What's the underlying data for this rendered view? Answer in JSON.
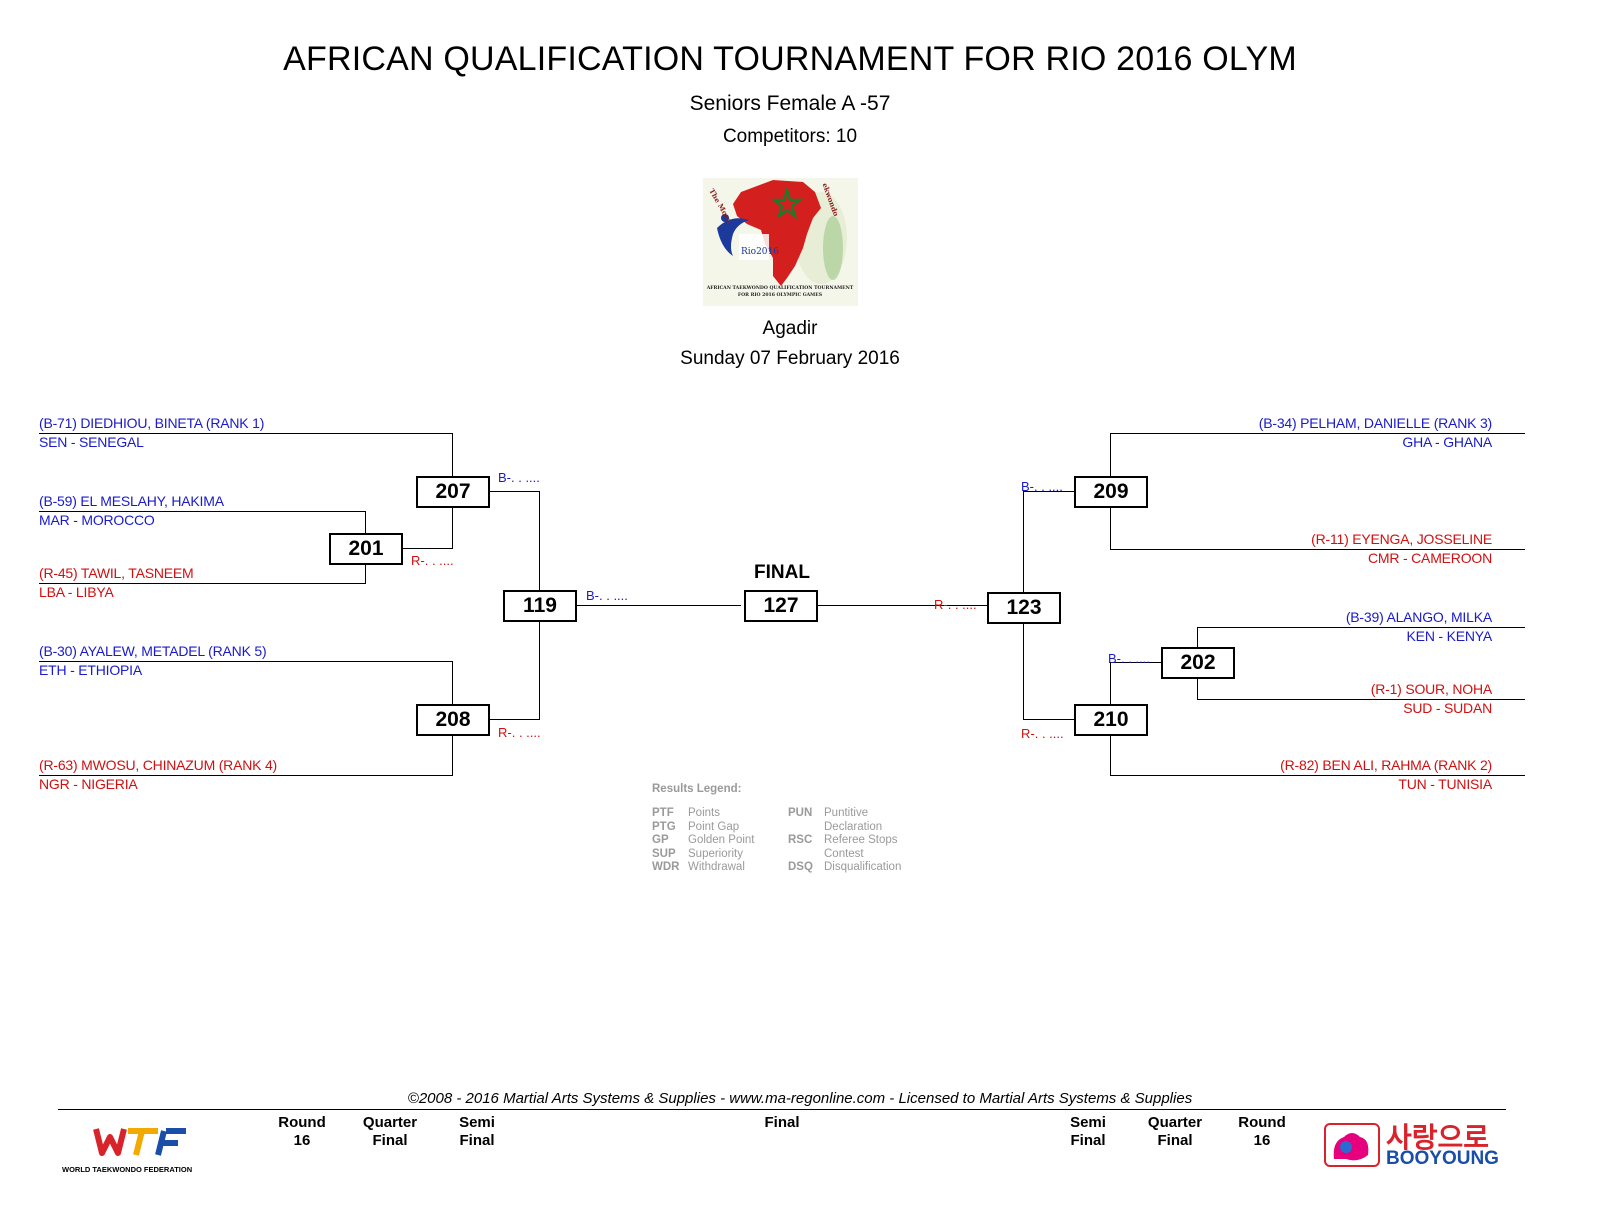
{
  "header": {
    "title": "AFRICAN QUALIFICATION TOURNAMENT FOR RIO 2016 OLYM",
    "subtitle": "Seniors Female A -57",
    "competitors": "Competitors: 10",
    "venue": "Agadir",
    "date": "Sunday 07 February 2016"
  },
  "event_logo": {
    "text_top_left": "The Moro",
    "text_top_right": "ekwondo",
    "rio_text": "Rio2016",
    "caption_line1": "AFRICAN TAEKWONDO QUALIFICATION TOURNAMENT",
    "caption_line2": "FOR RIO 2016 OLYMPIC GAMES"
  },
  "competitors": {
    "left": [
      {
        "name": "(B-71) DIEDHIOU, BINETA (RANK 1)",
        "nation": "SEN - SENEGAL",
        "corner": "blue"
      },
      {
        "name": "(B-59) EL MESLAHY, HAKIMA",
        "nation": "MAR - MOROCCO",
        "corner": "blue"
      },
      {
        "name": "(R-45) TAWIL, TASNEEM",
        "nation": "LBA - LIBYA",
        "corner": "red"
      },
      {
        "name": "(B-30) AYALEW, METADEL (RANK 5)",
        "nation": "ETH - ETHIOPIA",
        "corner": "blue"
      },
      {
        "name": "(R-63) MWOSU, CHINAZUM (RANK 4)",
        "nation": "NGR - NIGERIA",
        "corner": "red"
      }
    ],
    "right": [
      {
        "name": "(B-34) PELHAM, DANIELLE (RANK 3)",
        "nation": "GHA - GHANA",
        "corner": "blue"
      },
      {
        "name": "(R-11) EYENGA, JOSSELINE",
        "nation": "CMR - CAMEROON",
        "corner": "red"
      },
      {
        "name": "(B-39) ALANGO, MILKA",
        "nation": "KEN - KENYA",
        "corner": "blue"
      },
      {
        "name": "(R-1) SOUR, NOHA",
        "nation": "SUD -   SUDAN",
        "corner": "red"
      },
      {
        "name": "(R-82) BEN ALI, RAHMA (RANK 2)",
        "nation": "TUN - TUNISIA",
        "corner": "red"
      }
    ]
  },
  "matches": {
    "m201": "201",
    "m207": "207",
    "m208": "208",
    "m119": "119",
    "m127": "127",
    "m123": "123",
    "m209": "209",
    "m202": "202",
    "m210": "210"
  },
  "results": {
    "blue_pending": "B-. . ....",
    "red_pending": "R-. . ...."
  },
  "final_label": "FINAL",
  "legend": {
    "title": "Results Legend:",
    "rows": [
      {
        "a1": "PTF",
        "d1": "Points",
        "a2": "PUN",
        "d2": "Puntitive"
      },
      {
        "a1": "PTG",
        "d1": "Point Gap",
        "a2": "",
        "d2": "Declaration"
      },
      {
        "a1": "GP",
        "d1": "Golden Point",
        "a2": "RSC",
        "d2": "Referee Stops"
      },
      {
        "a1": "SUP",
        "d1": "Superiority",
        "a2": "",
        "d2": "Contest"
      },
      {
        "a1": "WDR",
        "d1": "Withdrawal",
        "a2": "DSQ",
        "d2": "Disqualification"
      }
    ]
  },
  "footer": {
    "copyright": "©2008 - 2016 Martial Arts Systems & Supplies - www.ma-regonline.com - Licensed to Martial Arts Systems & Supplies",
    "rounds": [
      {
        "l1": "Round",
        "l2": "16"
      },
      {
        "l1": "Quarter",
        "l2": "Final"
      },
      {
        "l1": "Semi",
        "l2": "Final"
      },
      {
        "l1": "Final",
        "l2": ""
      },
      {
        "l1": "Semi",
        "l2": "Final"
      },
      {
        "l1": "Quarter",
        "l2": "Final"
      },
      {
        "l1": "Round",
        "l2": "16"
      }
    ],
    "wtf_caption": "WORLD TAEKWONDO FEDERATION",
    "sponsor_korean": "사랑으로",
    "sponsor_name": "BOOYOUNG"
  },
  "colors": {
    "blue": "#1a1acc",
    "red": "#d01010"
  }
}
